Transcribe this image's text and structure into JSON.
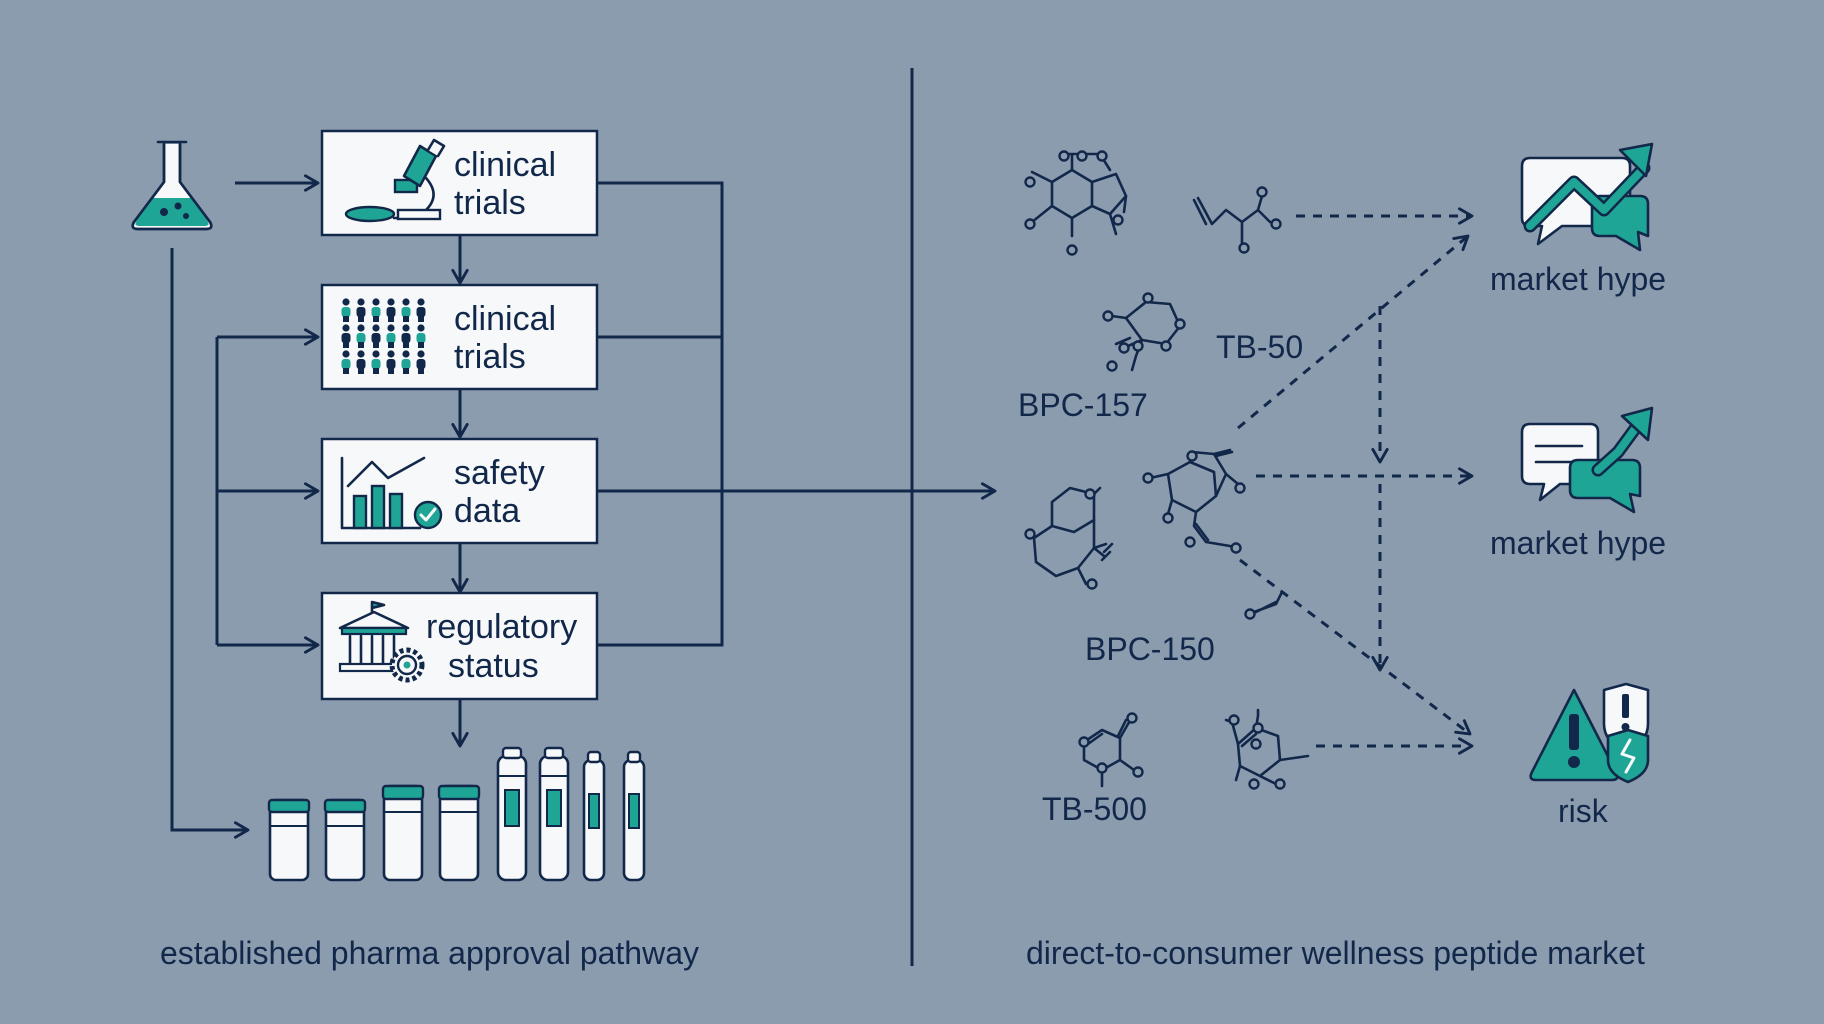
{
  "pathway": {
    "steps": [
      {
        "line1": "clinical",
        "line2": "trials"
      },
      {
        "line1": "clinical",
        "line2": "trials"
      },
      {
        "line1": "safety",
        "line2": "data"
      },
      {
        "line1": "regulatory",
        "line2": "status"
      }
    ],
    "caption": "established pharma approval pathway"
  },
  "market": {
    "peptides": [
      "TB-50",
      "BPC-157",
      "BPC-150",
      "TB-500"
    ],
    "outcomes": [
      "market hype",
      "market hype",
      "risk"
    ],
    "caption": "direct-to-consumer wellness peptide market"
  },
  "colors": {
    "background": "#8c9caf",
    "ink": "#12284a",
    "accent": "#1fa595",
    "box": "#f7f8fa"
  }
}
